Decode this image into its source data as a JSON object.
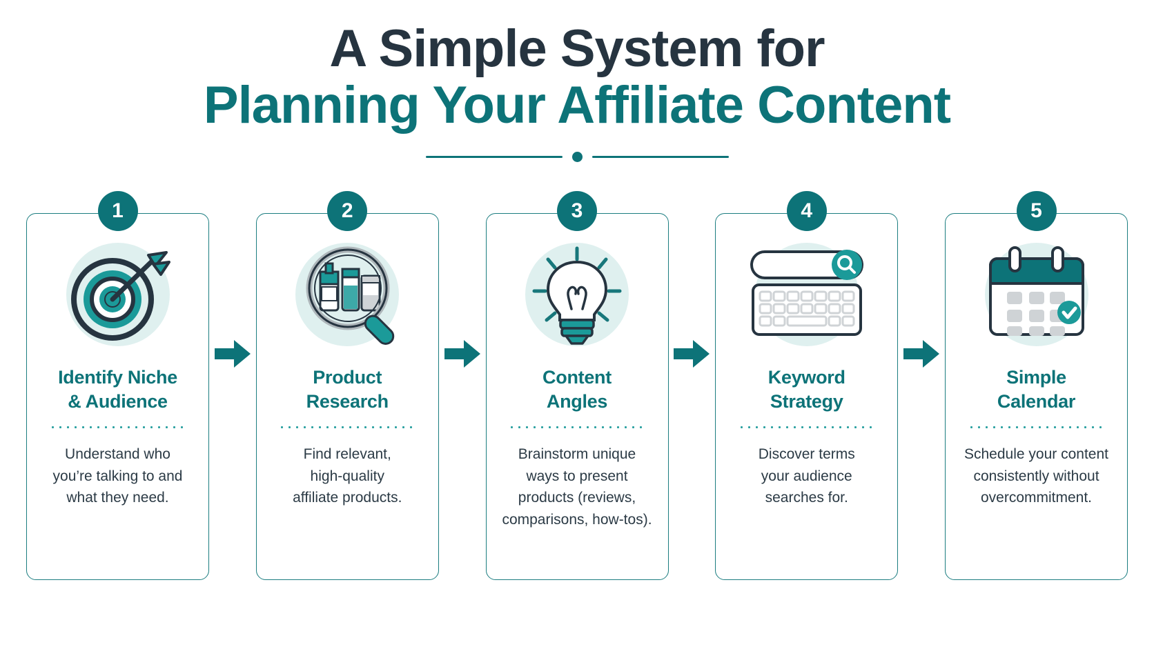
{
  "header": {
    "title_line_1": "A Simple System for",
    "title_line_2": "Planning Your Affiliate Content"
  },
  "colors": {
    "teal_dark": "#0d7378",
    "teal_mid": "#1b9a99",
    "navy": "#263440",
    "icon_bg": "#dff0ef",
    "card_border": "#1b7d80",
    "dotted_rule": "#2aa0a0",
    "gray_key": "#cfd3d6",
    "background": "#ffffff"
  },
  "steps": [
    {
      "number": "1",
      "icon": "target-arrow-icon",
      "title": "Identify Niche\n& Audience",
      "description": "Understand who\nyou’re talking to and\nwhat they need."
    },
    {
      "number": "2",
      "icon": "magnifier-products-icon",
      "title": "Product\nResearch",
      "description": "Find relevant,\nhigh-quality\naffiliate products."
    },
    {
      "number": "3",
      "icon": "lightbulb-idea-icon",
      "title": "Content\nAngles",
      "description": "Brainstorm unique\nways to present\nproducts (reviews,\ncomparisons, how-tos)."
    },
    {
      "number": "4",
      "icon": "search-bar-keyboard-icon",
      "title": "Keyword\nStrategy",
      "description": "Discover terms\nyour audience\nsearches for."
    },
    {
      "number": "5",
      "icon": "calendar-check-icon",
      "title": "Simple\nCalendar",
      "description": "Schedule your content\nconsistently without\novercommitment."
    }
  ],
  "connectors": [
    {
      "icon": "arrow-right-icon"
    },
    {
      "icon": "arrow-right-icon"
    },
    {
      "icon": "arrow-right-icon"
    },
    {
      "icon": "arrow-right-icon"
    }
  ]
}
